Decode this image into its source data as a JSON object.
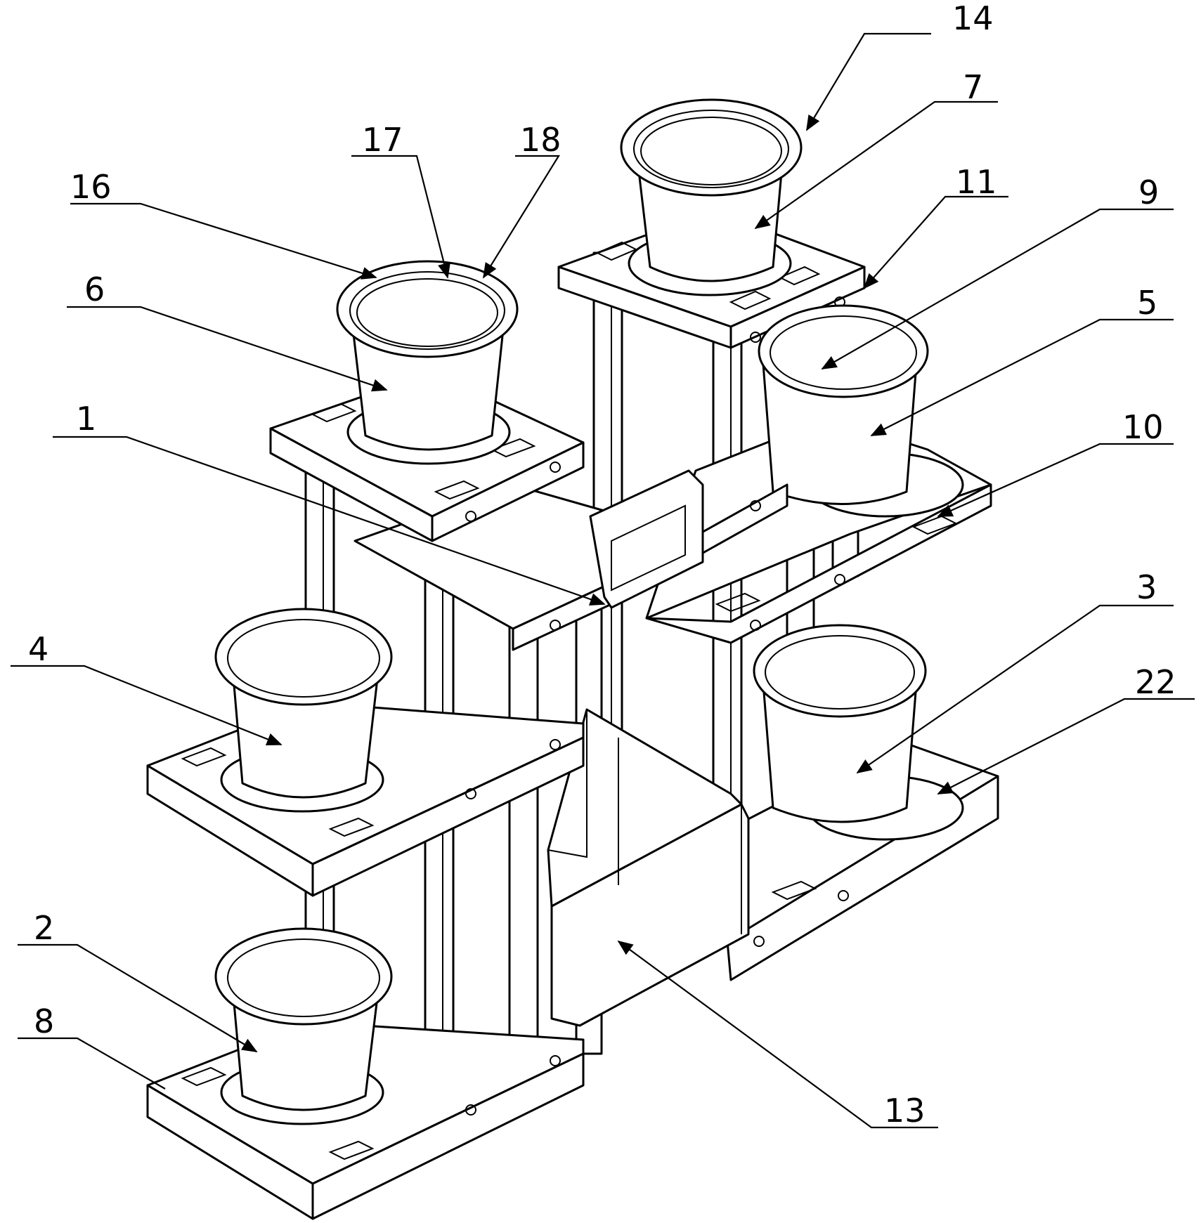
{
  "reference_numerals": [
    {
      "id": "ref-1",
      "text": "1"
    },
    {
      "id": "ref-2",
      "text": "2"
    },
    {
      "id": "ref-3",
      "text": "3"
    },
    {
      "id": "ref-4",
      "text": "4"
    },
    {
      "id": "ref-5",
      "text": "5"
    },
    {
      "id": "ref-6",
      "text": "6"
    },
    {
      "id": "ref-7",
      "text": "7"
    },
    {
      "id": "ref-8",
      "text": "8"
    },
    {
      "id": "ref-9",
      "text": "9"
    },
    {
      "id": "ref-10",
      "text": "10"
    },
    {
      "id": "ref-11",
      "text": "11"
    },
    {
      "id": "ref-13",
      "text": "13"
    },
    {
      "id": "ref-14",
      "text": "14"
    },
    {
      "id": "ref-16",
      "text": "16"
    },
    {
      "id": "ref-17",
      "text": "17"
    },
    {
      "id": "ref-18",
      "text": "18"
    },
    {
      "id": "ref-22",
      "text": "22"
    }
  ]
}
